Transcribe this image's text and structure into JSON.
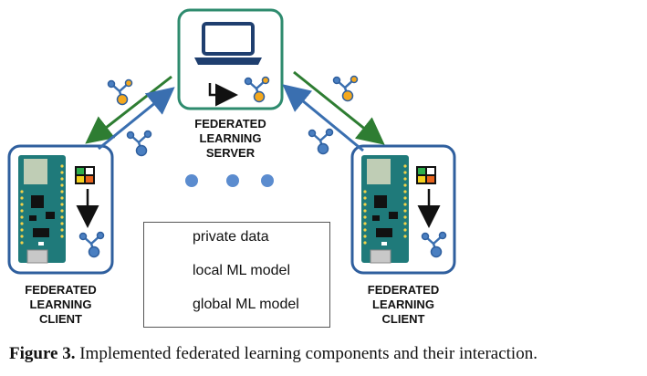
{
  "server": {
    "label": "FEDERATED\nLEARNING\nSERVER"
  },
  "client_left": {
    "label": "FEDERATED\nLEARNING\nCLIENT"
  },
  "client_right": {
    "label": "FEDERATED\nLEARNING\nCLIENT"
  },
  "legend": {
    "items": [
      {
        "icon": "private-data-icon",
        "label": "private data"
      },
      {
        "icon": "local-model-icon",
        "label": "local ML model"
      },
      {
        "icon": "global-model-icon",
        "label": "global ML model"
      }
    ]
  },
  "caption": {
    "prefix": "Figure 3.",
    "text": " Implemented federated learning components and their interaction."
  },
  "colors": {
    "server_border": "#2e8b6e",
    "client_border": "#2f5f9e",
    "arrow_green": "#2e7d32",
    "arrow_blue": "#3a6fb0",
    "model_blue": "#4a7fc1",
    "model_orange": "#f4a81d",
    "dots": "#5b8ccf",
    "board": "#1f7a7a"
  }
}
